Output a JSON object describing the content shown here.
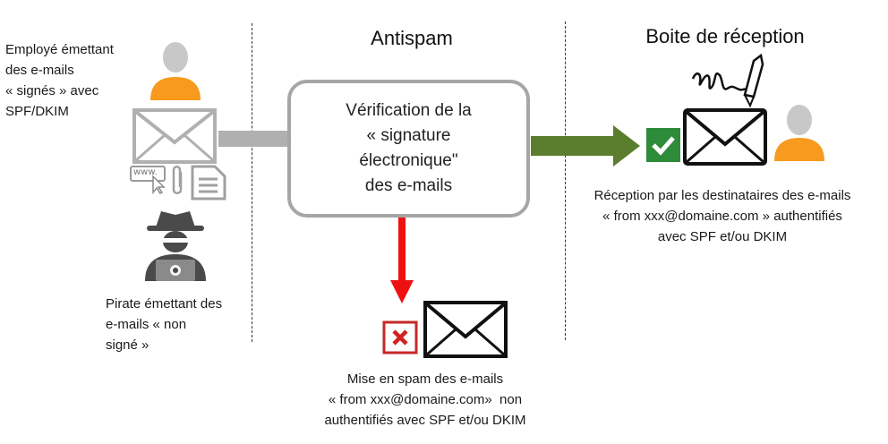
{
  "colors": {
    "person": "#f79a1e",
    "person_head": "#c8c8c8",
    "envelope_grey": "#b0b0b0",
    "box_border": "#a6a6a6",
    "arrow_grey": "#b0b0b0",
    "arrow_green": "#5b7d2e",
    "arrow_red": "#ee1111",
    "check_green": "#2e8b3a",
    "pirate": "#4a4a4a"
  },
  "left": {
    "employee_text": [
      "Employé émettant",
      "des e-mails",
      "« signés » avec",
      "SPF/DKIM"
    ],
    "pirate_text": [
      "Pirate émettant des",
      "e-mails « non",
      "signé »"
    ],
    "www_label": "www."
  },
  "middle": {
    "heading": "Antispam",
    "box_lines": [
      "Vérification de la",
      "« signature",
      "électronique\"",
      "des e-mails"
    ],
    "spam_text": [
      "Mise en spam des e-mails",
      "« from xxx@domaine.com»  non",
      "authentifiés avec SPF et/ou DKIM"
    ]
  },
  "right": {
    "heading": "Boite de réception",
    "reception_text": [
      "Réception par les destinataires des e-mails",
      "« from xxx@domaine.com » authentifiés",
      "avec SPF et/ou DKIM"
    ]
  }
}
